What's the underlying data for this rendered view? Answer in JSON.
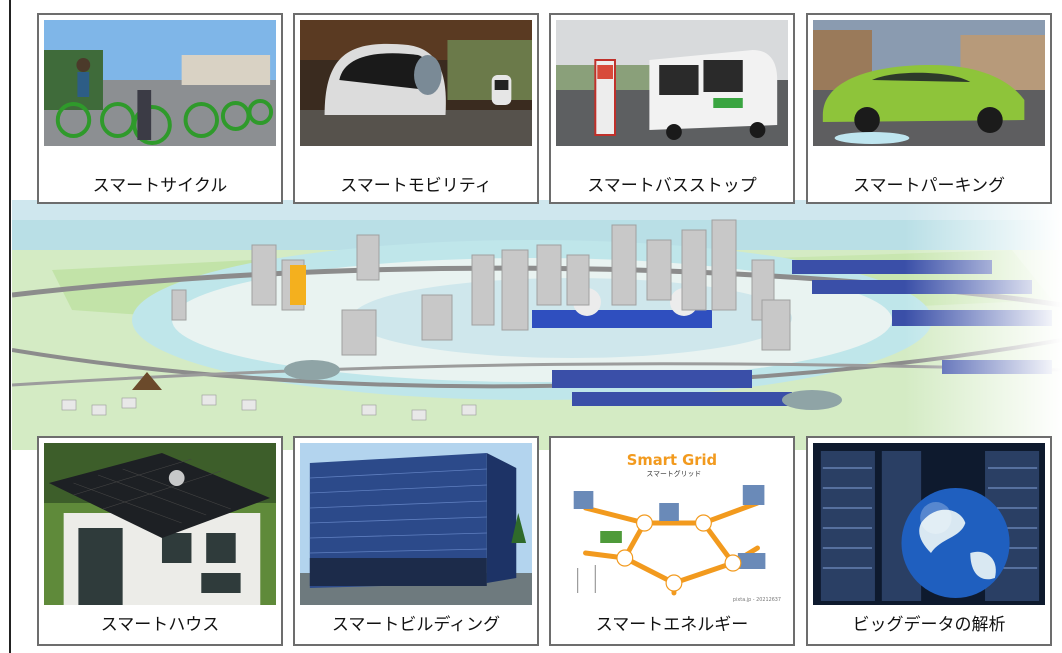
{
  "top_row": [
    {
      "id": "cycle",
      "label": "スマートサイクル"
    },
    {
      "id": "mobility",
      "label": "スマートモビリティ"
    },
    {
      "id": "busstop",
      "label": "スマートバスストップ"
    },
    {
      "id": "parking",
      "label": "スマートパーキング"
    }
  ],
  "bottom_row": [
    {
      "id": "house",
      "label": "スマートハウス"
    },
    {
      "id": "building",
      "label": "スマートビルディング"
    },
    {
      "id": "energy",
      "label": "スマートエネルギー"
    },
    {
      "id": "bigdata",
      "label": "ビッグデータの解析"
    }
  ],
  "smart_grid": {
    "title": "Smart Grid",
    "subtitle": "スマートグリッド",
    "credit": "pixta.jp - 20212637"
  },
  "colors": {
    "grid_orange": "#f29a1e",
    "panel_blue": "#3a4fa8",
    "water": "#bfe6ea",
    "park": "#cfe9b8"
  }
}
